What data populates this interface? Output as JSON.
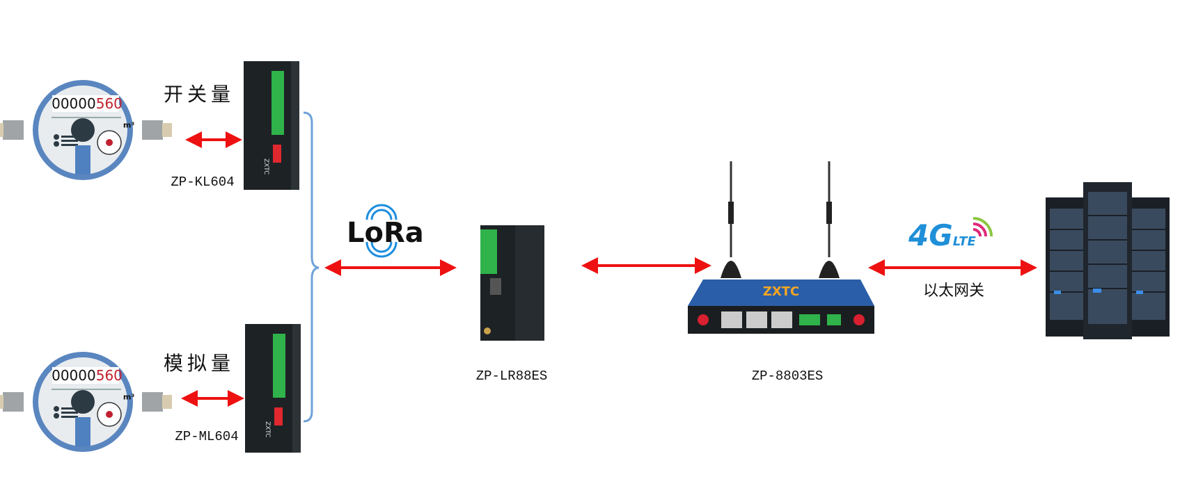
{
  "colors": {
    "arrow": "#ee1111",
    "brace": "#6fa2d8",
    "meter_ring": "#5a86c0",
    "device": "#1d2225",
    "terminal": "#2fb34a",
    "router": "#2a5ea8",
    "lora_wave": "#1c8ee0",
    "g4_blue": "#1f8fd8"
  },
  "meters": [
    {
      "reading_black": "00000",
      "reading_red": "560",
      "unit": "m³"
    },
    {
      "reading_black": "00000",
      "reading_red": "560",
      "unit": "m³"
    }
  ],
  "labels": {
    "switch_quantity": "开关量",
    "analog_quantity": "模拟量",
    "kl604": "ZP-KL604",
    "ml604": "ZP-ML604",
    "lr88es": "ZP-LR88ES",
    "router": "ZP-8803ES",
    "gateway": "以太网关"
  },
  "logos": {
    "lora": "LoRa",
    "g4": "4G",
    "lte": "LTE",
    "device_brand": "ZXTC"
  }
}
